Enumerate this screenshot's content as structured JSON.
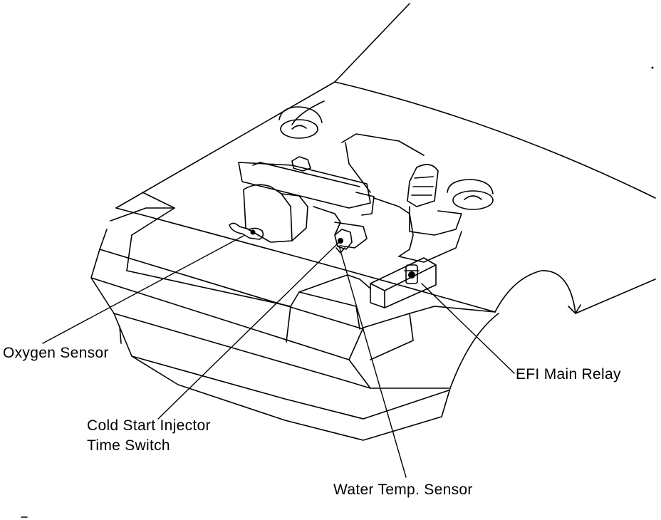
{
  "callouts": {
    "oxygen_sensor": "Oxygen Sensor",
    "cold_start_line1": "Cold Start Injector",
    "cold_start_line2": "Time Switch",
    "water_temp_sensor": "Water Temp. Sensor",
    "efi_main_relay": "EFI Main Relay"
  },
  "colors": {
    "line": "#000000",
    "background": "#ffffff"
  }
}
